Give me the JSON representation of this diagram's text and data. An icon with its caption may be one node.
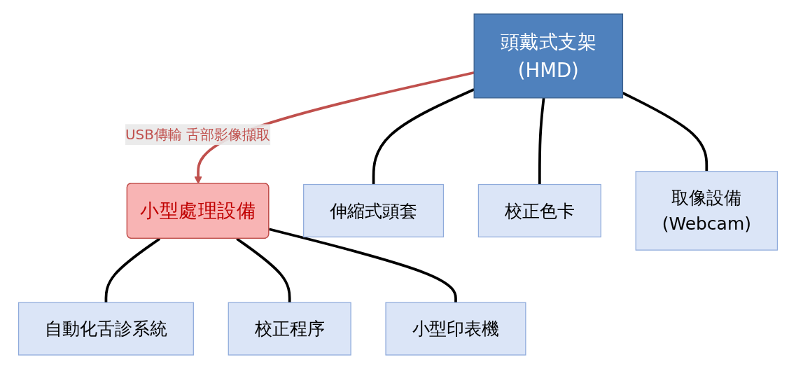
{
  "diagram": {
    "nodes": [
      {
        "text": [
          "頭戴式支架",
          "(HMD)"
        ]
      },
      {
        "text": [
          "小型處理設備"
        ]
      },
      {
        "text": [
          "伸縮式頭套"
        ]
      },
      {
        "text": [
          "校正色卡"
        ]
      },
      {
        "text": [
          "取像設備",
          "(Webcam)"
        ]
      },
      {
        "text": [
          "自動化舌診系統"
        ]
      },
      {
        "text": [
          "校正程序"
        ]
      },
      {
        "text": [
          "小型印表機"
        ]
      }
    ],
    "edges": [
      {
        "from": 0,
        "to": 1,
        "arrow": "to",
        "label": "USB傳輸 舌部影像擷取",
        "color": "#c0504d"
      },
      {
        "from": 0,
        "to": 2,
        "arrow": "none"
      },
      {
        "from": 0,
        "to": 3,
        "arrow": "none"
      },
      {
        "from": 0,
        "to": 4,
        "arrow": "none"
      },
      {
        "from": 1,
        "to": 5,
        "arrow": "none"
      },
      {
        "from": 1,
        "to": 6,
        "arrow": "none"
      },
      {
        "from": 1,
        "to": 7,
        "arrow": "none"
      }
    ]
  }
}
